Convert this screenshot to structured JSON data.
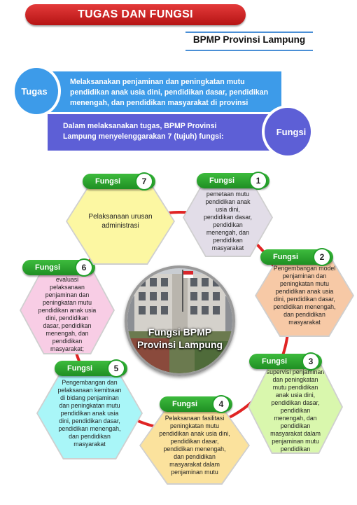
{
  "title": "TUGAS DAN FUNGSI",
  "organization": "BPMP Provinsi Lampung",
  "tugas": {
    "label": "Tugas",
    "text": "Melaksanakan penjaminan dan peningkatan mutu pendidikan anak usia dini, pendidikan dasar, pendidikan menengah, dan pendidikan masyarakat di provinsi"
  },
  "fungsi": {
    "label": "Fungsi",
    "text": "Dalam melaksanakan tugas, BPMP Provinsi Lampung menyelenggarakan 7 (tujuh) fungsi:"
  },
  "center": {
    "title_line1": "Fungsi  BPMP",
    "title_line2": "Provinsi  Lampung"
  },
  "functions": [
    {
      "label": "Fungsi",
      "number": "1",
      "text": "Pelaksanaan pemetaan mutu pendidikan anak usia dini, pendidikan dasar, pendidikan menengah, dan pendidikan masyarakat",
      "color": "#e2dde8"
    },
    {
      "label": "Fungsi",
      "number": "2",
      "text": "Pengembangan model penjaminan dan peningkatan mutu pendidikan anak usia dini, pendidikan dasar, pendidikan menengah, dan pendidikan masyarakat",
      "color": "#f7c9a6"
    },
    {
      "label": "Fungsi",
      "number": "3",
      "text": "Pelaksanaan supervisi penjaminan dan peningkatan mutu pendidikan anak usia dini, pendidikan dasar, pendidikan menengah, dan pendidikan masyarakat dalam penjaminan mutu pendidikan",
      "color": "#d9f7ad"
    },
    {
      "label": "Fungsi",
      "number": "4",
      "text": "Pelaksanaan fasilitasi peningkatan mutu pendidikan anak usia dini, pendidikan dasar, pendidikan menengah, dan pendidikan masyarakat dalam penjaminan mutu",
      "color": "#fbe29d"
    },
    {
      "label": "Fungsi",
      "number": "5",
      "text": "Pengembangan dan pelaksanaan kemitraan di bidang penjaminan dan peningkatan mutu pendidikan anak usia dini, pendidikan dasar, pendidikan menengah, dan pendidikan masyarakat",
      "color": "#a9f6f8"
    },
    {
      "label": "Fungsi",
      "number": "6",
      "text": "Pemantauan dan evaluasi pelaksanaan penjaminan dan peningkatan mutu pendidikan anak usia dini, pendidikan dasar, pendidikan menengah, dan pendidikan masyarakat;",
      "color": "#f8cde5"
    },
    {
      "label": "Fungsi",
      "number": "7",
      "text": "Pelaksanaan urusan administrasi",
      "color": "#fcf7a2"
    }
  ],
  "colors": {
    "title_red": "#c71f1f",
    "tugas_blue": "#3d9be9",
    "fungsi_purple": "#5d5fd6",
    "pill_green": "#2aa32e",
    "ring_red": "#e02424"
  }
}
